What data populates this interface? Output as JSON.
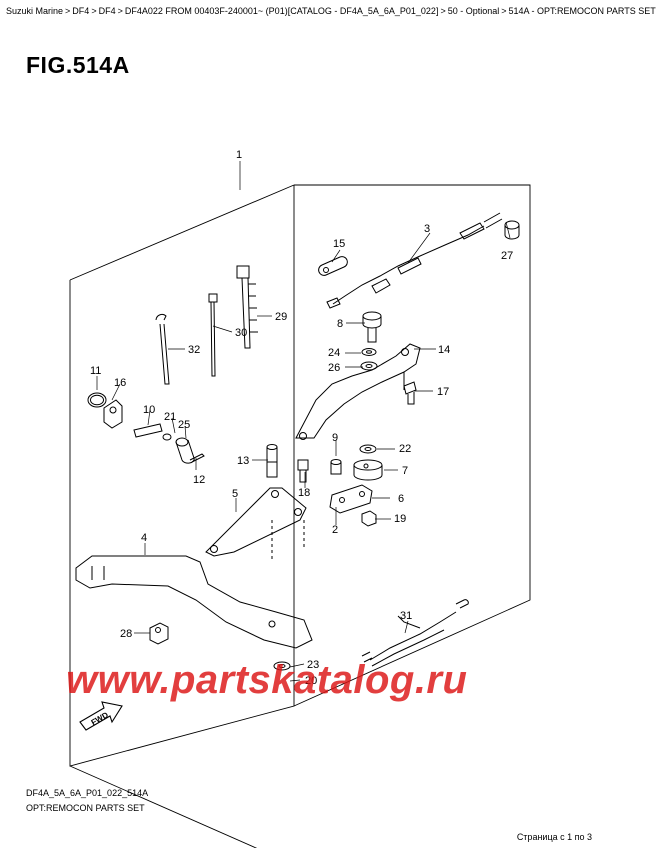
{
  "breadcrumb": [
    "Suzuki Marine",
    "DF4",
    "DF4",
    "DF4A022 FROM 00403F-240001~ (P01)[CATALOG - DF4A_5A_6A_P01_022]",
    "50 - Optional",
    "514A - OPT:REMOCON PARTS SET"
  ],
  "breadcrumb_separator": ">",
  "figure_title": "FIG.514A",
  "callouts": [
    "1",
    "2",
    "3",
    "4",
    "5",
    "6",
    "7",
    "8",
    "9",
    "10",
    "11",
    "12",
    "13",
    "14",
    "15",
    "16",
    "17",
    "18",
    "19",
    "20",
    "21",
    "22",
    "23",
    "24",
    "25",
    "26",
    "27",
    "28",
    "29",
    "30",
    "31",
    "32"
  ],
  "fwd_label": "FWD",
  "watermark": "www.partskatalog.ru",
  "footer": {
    "code": "DF4A_5A_6A_P01_022_514A",
    "description": "OPT:REMOCON PARTS SET",
    "page_info": "Страница с 1 по 3"
  }
}
